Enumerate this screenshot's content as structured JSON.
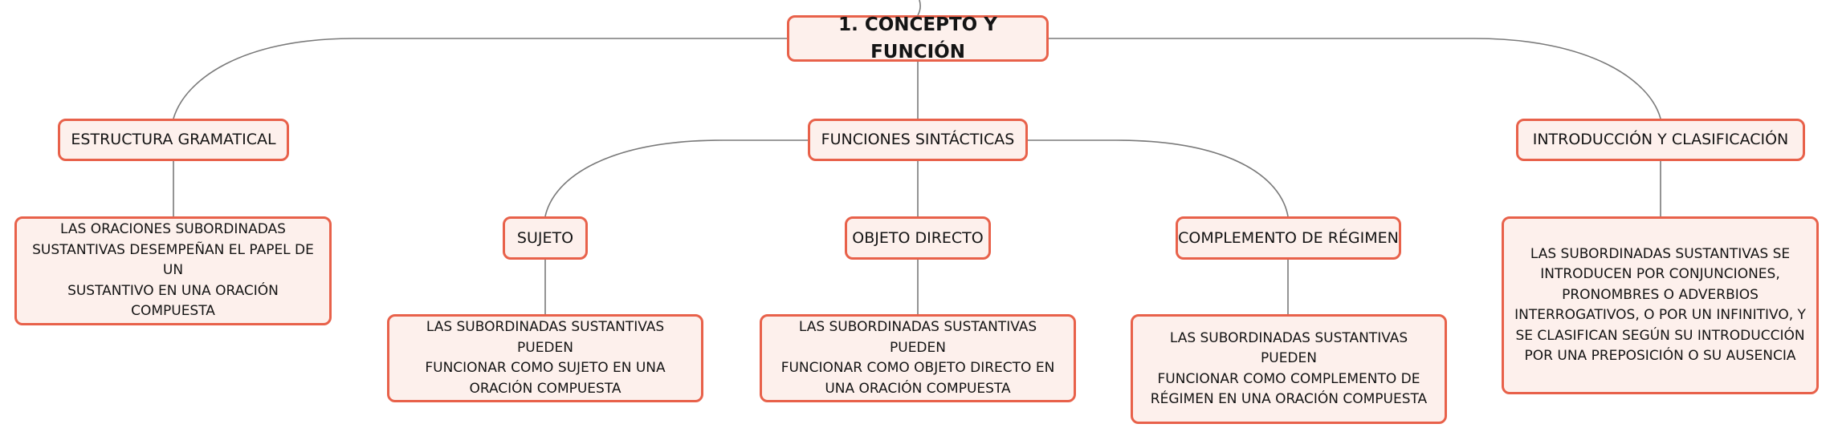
{
  "colors": {
    "node_border": "#e8614a",
    "node_fill": "#fdf0ec",
    "connector": "#7a7a7a",
    "text": "#141414"
  },
  "root": {
    "label": "1. CONCEPTO Y FUNCIÓN"
  },
  "branches": {
    "estructura": {
      "label": "ESTRUCTURA GRAMATICAL",
      "description": [
        "LAS ORACIONES SUBORDINADAS",
        "SUSTANTIVAS DESEMPEÑAN EL PAPEL DE UN",
        "SUSTANTIVO EN UNA ORACIÓN COMPUESTA"
      ]
    },
    "funciones": {
      "label": "FUNCIONES SINTÁCTICAS",
      "children": {
        "sujeto": {
          "label": "SUJETO",
          "description": [
            "LAS SUBORDINADAS SUSTANTIVAS PUEDEN",
            "FUNCIONAR COMO SUJETO EN UNA",
            "ORACIÓN COMPUESTA"
          ]
        },
        "objeto": {
          "label": "OBJETO DIRECTO",
          "description": [
            "LAS SUBORDINADAS SUSTANTIVAS PUEDEN",
            "FUNCIONAR COMO OBJETO DIRECTO EN",
            "UNA ORACIÓN COMPUESTA"
          ]
        },
        "complemento": {
          "label": "COMPLEMENTO DE RÉGIMEN",
          "description": [
            "LAS SUBORDINADAS SUSTANTIVAS PUEDEN",
            "FUNCIONAR COMO COMPLEMENTO DE",
            "RÉGIMEN EN UNA ORACIÓN COMPUESTA"
          ]
        }
      }
    },
    "introduccion": {
      "label": "INTRODUCCIÓN Y CLASIFICACIÓN",
      "description": [
        "LAS SUBORDINADAS SUSTANTIVAS SE",
        "INTRODUCEN POR CONJUNCIONES,",
        "PRONOMBRES O ADVERBIOS",
        "INTERROGATIVOS, O POR UN INFINITIVO, Y",
        "SE CLASIFICAN SEGÚN SU INTRODUCCIÓN",
        "POR UNA PREPOSICIÓN O SU AUSENCIA"
      ]
    }
  }
}
